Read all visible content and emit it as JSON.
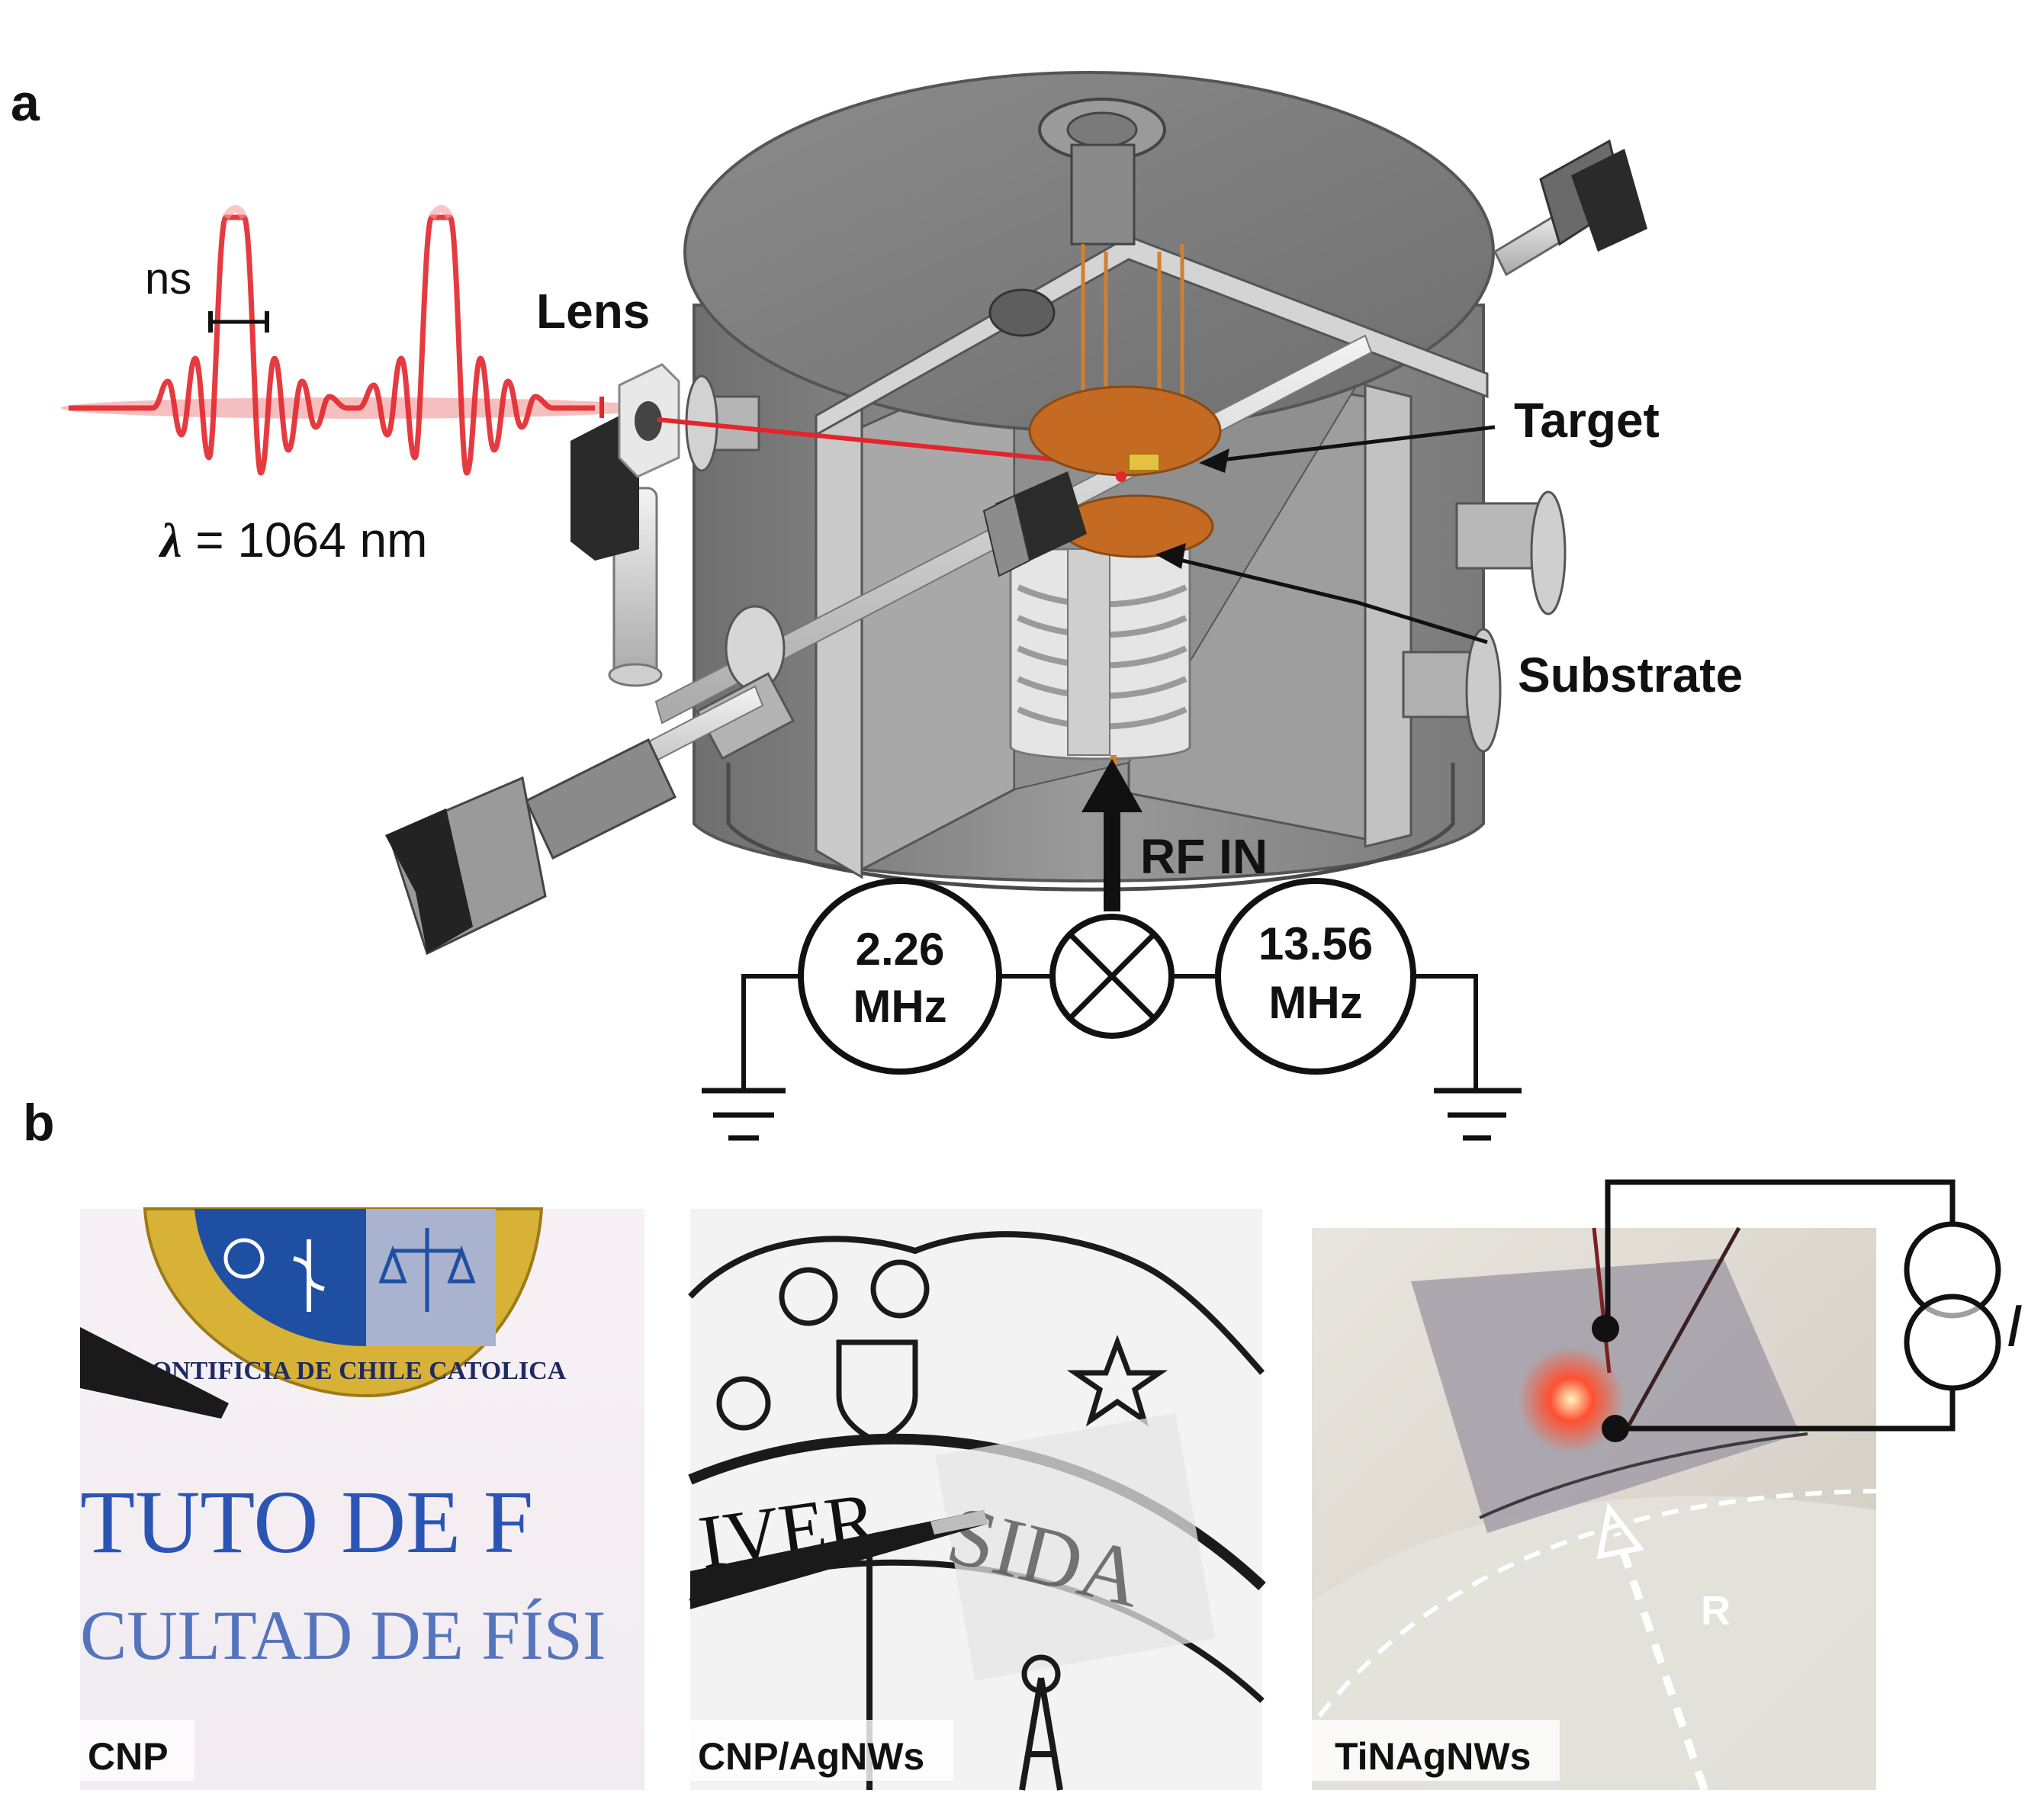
{
  "panel_a": {
    "panel_label": "a",
    "pulse_width_label": "ns",
    "wavelength_symbol": "λ",
    "wavelength_value": " = 1064 nm",
    "lens_label": "Lens",
    "target_label": "Target",
    "substrate_label": "Substrate",
    "rf_in_label": "RF IN",
    "source_left_freq": "2.26",
    "source_left_unit": "MHz",
    "source_right_freq": "13.56",
    "source_right_unit": "MHz"
  },
  "panel_b": {
    "panel_label": "b",
    "photo1": {
      "label": "CNP",
      "seal_text": "PONTIFICIA DE CHILE CATOLICA",
      "line1": "TUTO DE F",
      "line2": "CULTAD DE FÍSI"
    },
    "photo2": {
      "label": "CNP/AgNWs",
      "text_left": "IVER",
      "text_right": "SIDA"
    },
    "photo3": {
      "label": "TiNAgNWs",
      "current_symbol": "I",
      "radius_symbol": "R"
    }
  },
  "colors": {
    "laser_red": "#e2262b",
    "copper": "#c56a22",
    "chamber_gray": "#8a8a8a",
    "seal_blue": "#1f4fa3",
    "seal_gold": "#d8b237",
    "text_blue": "#2b55b5"
  }
}
